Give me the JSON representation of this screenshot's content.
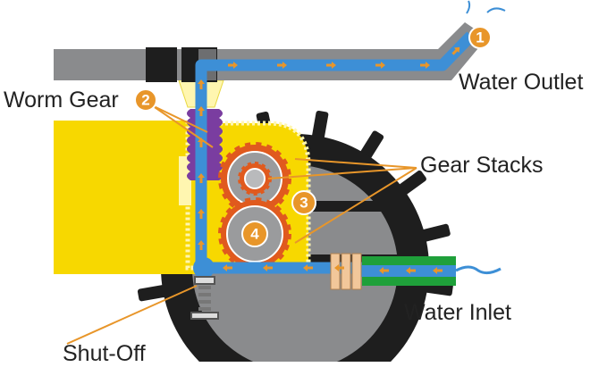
{
  "labels": {
    "water_outlet": "Water Outlet",
    "worm_gear": "Worm Gear",
    "gear_stacks": "Gear Stacks",
    "water_inlet": "Water Inlet",
    "shut_off": "Shut-Off"
  },
  "markers": [
    "1",
    "2",
    "3",
    "4"
  ],
  "colors": {
    "water": "#3d8fd6",
    "flow_arrow": "#e8962a",
    "housing": "#f7d800",
    "gear": "#e05a1e",
    "worm": "#7a3da0",
    "wheel": "#1e1e1e",
    "pipe": "#8a8b8d",
    "inlet_hose": "#1fa03a",
    "marker": "#e8962a"
  }
}
